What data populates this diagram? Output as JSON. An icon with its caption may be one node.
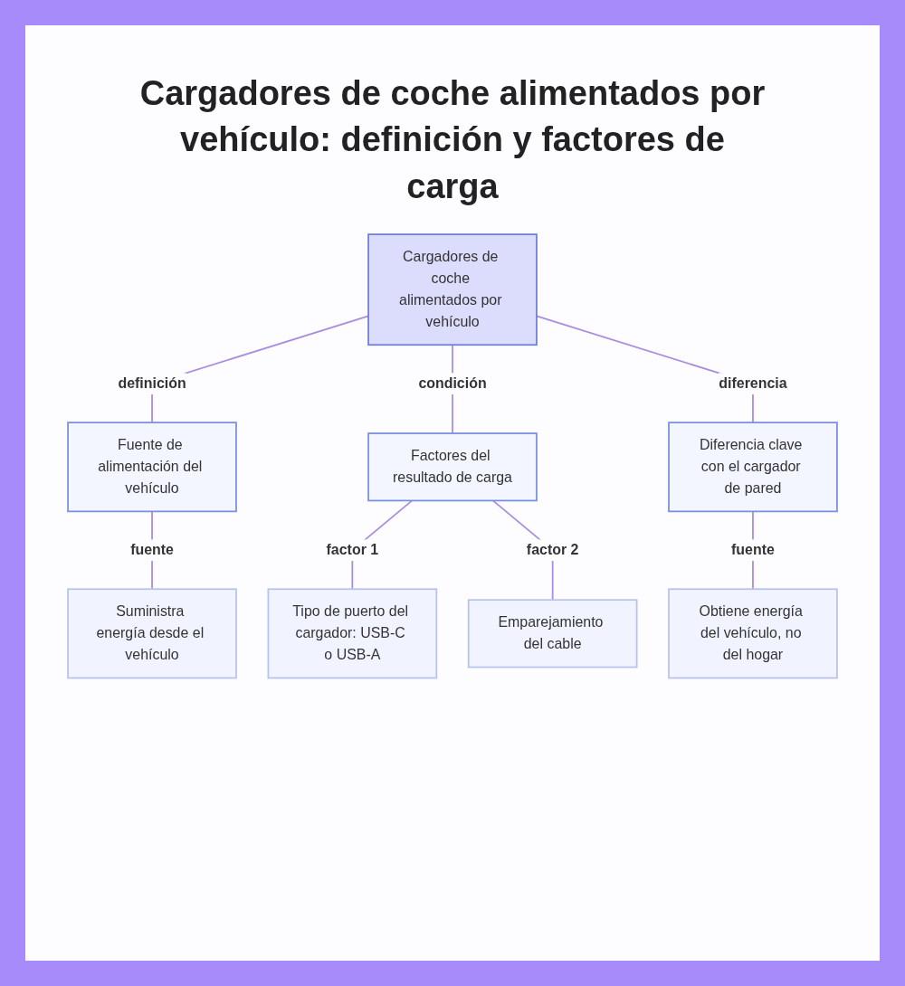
{
  "diagram": {
    "title": "Cargadores de coche alimentados por vehículo: definición y factores de carga",
    "nodes": [
      {
        "text": [
          "Cargadores de coche alimentados por vehículo"
        ]
      },
      {
        "text": [
          "Fuente de alimentación del vehículo"
        ]
      },
      {
        "text": [
          "Factores del resultado de carga"
        ]
      },
      {
        "text": [
          "Diferencia clave con el cargador de pared"
        ]
      },
      {
        "text": [
          "Suministra energía desde el vehículo"
        ]
      },
      {
        "text": [
          "Tipo de puerto del cargador: USB-C o USB-A"
        ]
      },
      {
        "text": [
          "Emparejamiento del cable"
        ]
      },
      {
        "text": [
          "Obtiene energía del vehículo, no del hogar"
        ]
      }
    ],
    "edges": [
      {
        "from": 0,
        "to": 1,
        "arrow": "none",
        "label": "definición"
      },
      {
        "from": 0,
        "to": 2,
        "arrow": "none",
        "label": "condición"
      },
      {
        "from": 0,
        "to": 3,
        "arrow": "none",
        "label": "diferencia"
      },
      {
        "from": 1,
        "to": 4,
        "arrow": "none",
        "label": "fuente"
      },
      {
        "from": 2,
        "to": 5,
        "arrow": "none",
        "label": "factor 1"
      },
      {
        "from": 2,
        "to": 6,
        "arrow": "none",
        "label": "factor 2"
      },
      {
        "from": 3,
        "to": 7,
        "arrow": "none",
        "label": "fuente"
      }
    ]
  }
}
